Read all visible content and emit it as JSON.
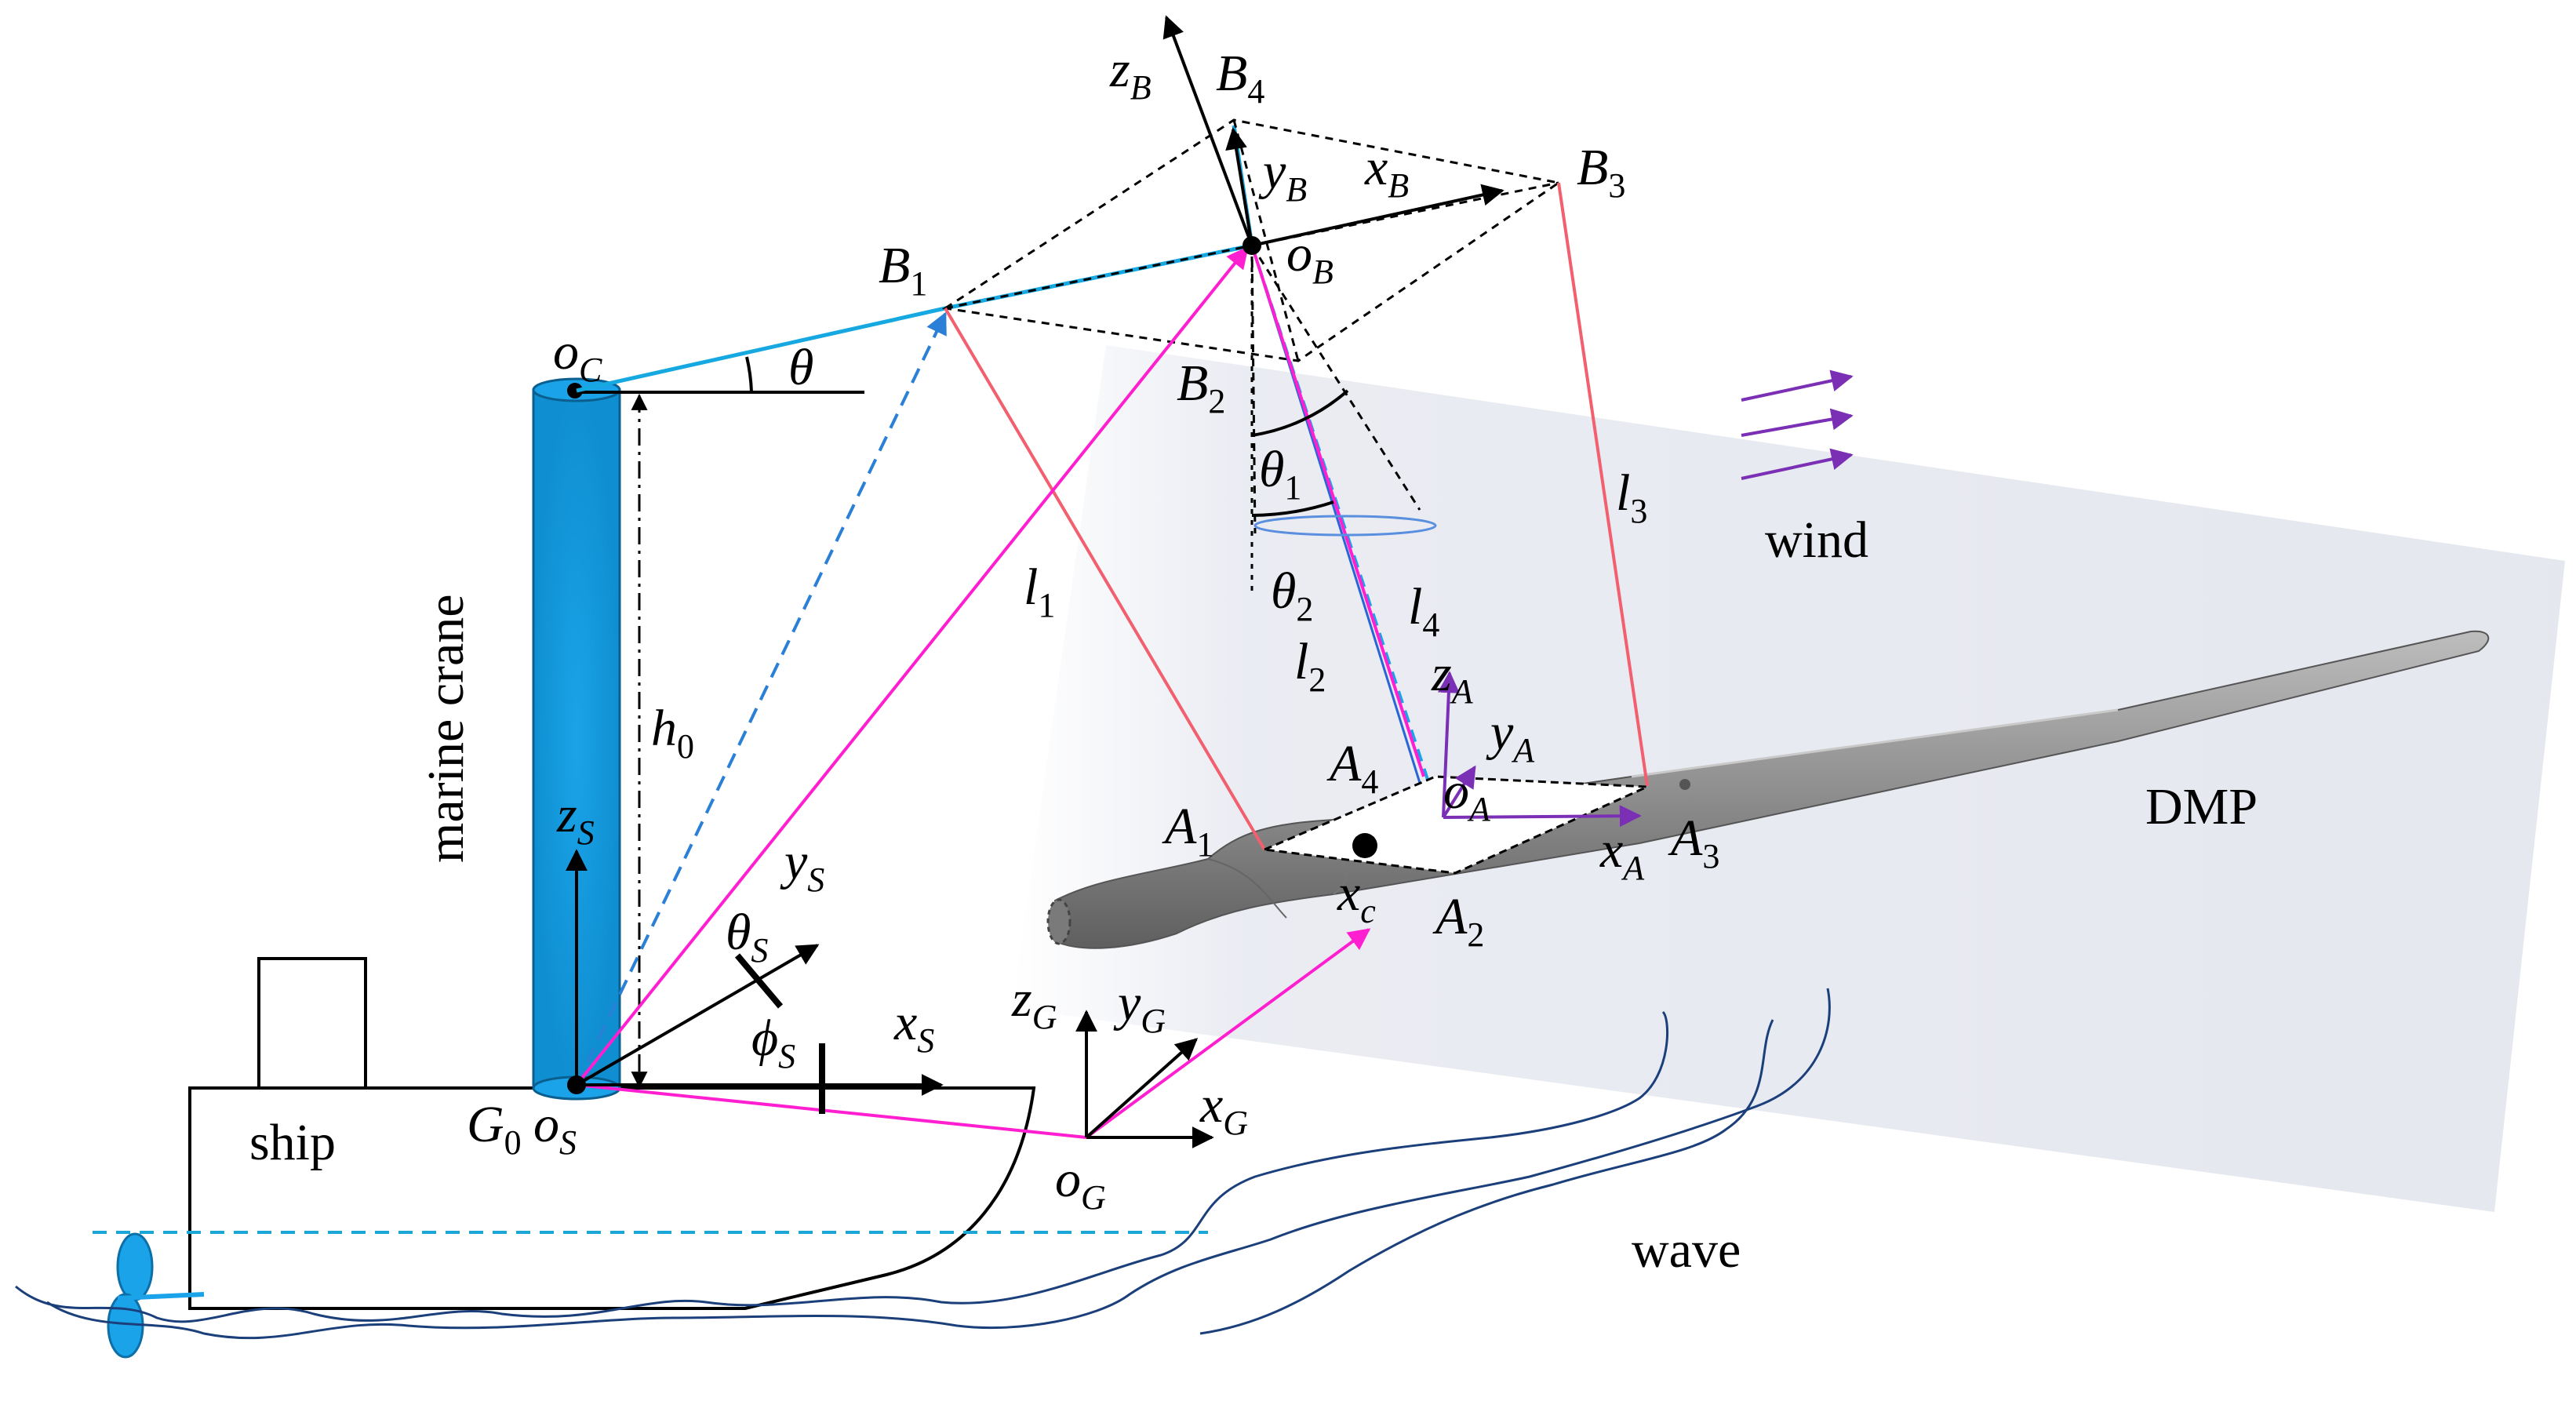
{
  "labels": {
    "ship": "ship",
    "marine_crane": "marine crane",
    "wind": "wind",
    "wave": "wave",
    "dmp": "DMP"
  },
  "symbols": {
    "oC": {
      "base": "o",
      "sub": "C"
    },
    "theta": {
      "base": "θ",
      "sub": ""
    },
    "h0": {
      "base": "h",
      "sub": "0"
    },
    "zS": {
      "base": "z",
      "sub": "S"
    },
    "yS": {
      "base": "y",
      "sub": "S"
    },
    "thetaS": {
      "base": "θ",
      "sub": "S"
    },
    "phiS": {
      "base": "ϕ",
      "sub": "S"
    },
    "xS": {
      "base": "x",
      "sub": "S"
    },
    "G0": {
      "base": "G",
      "sub": "0"
    },
    "oS": {
      "base": "o",
      "sub": "S"
    },
    "zG": {
      "base": "z",
      "sub": "G"
    },
    "yG": {
      "base": "y",
      "sub": "G"
    },
    "xG": {
      "base": "x",
      "sub": "G"
    },
    "oG": {
      "base": "o",
      "sub": "G"
    },
    "B1": {
      "base": "B",
      "sub": "1"
    },
    "B2": {
      "base": "B",
      "sub": "2"
    },
    "B3": {
      "base": "B",
      "sub": "3"
    },
    "B4": {
      "base": "B",
      "sub": "4"
    },
    "zB": {
      "base": "z",
      "sub": "B"
    },
    "yB": {
      "base": "y",
      "sub": "B"
    },
    "xB": {
      "base": "x",
      "sub": "B"
    },
    "oB": {
      "base": "o",
      "sub": "B"
    },
    "theta1": {
      "base": "θ",
      "sub": "1"
    },
    "theta2": {
      "base": "θ",
      "sub": "2"
    },
    "l1": {
      "base": "l",
      "sub": "1"
    },
    "l2": {
      "base": "l",
      "sub": "2"
    },
    "l3": {
      "base": "l",
      "sub": "3"
    },
    "l4": {
      "base": "l",
      "sub": "4"
    },
    "zA": {
      "base": "z",
      "sub": "A"
    },
    "yA": {
      "base": "y",
      "sub": "A"
    },
    "oA": {
      "base": "o",
      "sub": "A"
    },
    "xA": {
      "base": "x",
      "sub": "A"
    },
    "A1": {
      "base": "A",
      "sub": "1"
    },
    "A2": {
      "base": "A",
      "sub": "2"
    },
    "A3": {
      "base": "A",
      "sub": "3"
    },
    "A4": {
      "base": "A",
      "sub": "4"
    },
    "xc": {
      "base": "x",
      "sub": "c"
    }
  },
  "colors": {
    "crane": "#1aa3e8",
    "boom": "#16a8e0",
    "cable_pink": "#ff1fd0",
    "cable_red": "#f25f6e",
    "wind_arrow": "#7a2fb5",
    "frame_arrow": "#8a3fc0",
    "wave": "#1b3f7a",
    "waterline": "#1aa7d8",
    "blade": "#9a9a9a",
    "panel": "#e6e8ef"
  }
}
